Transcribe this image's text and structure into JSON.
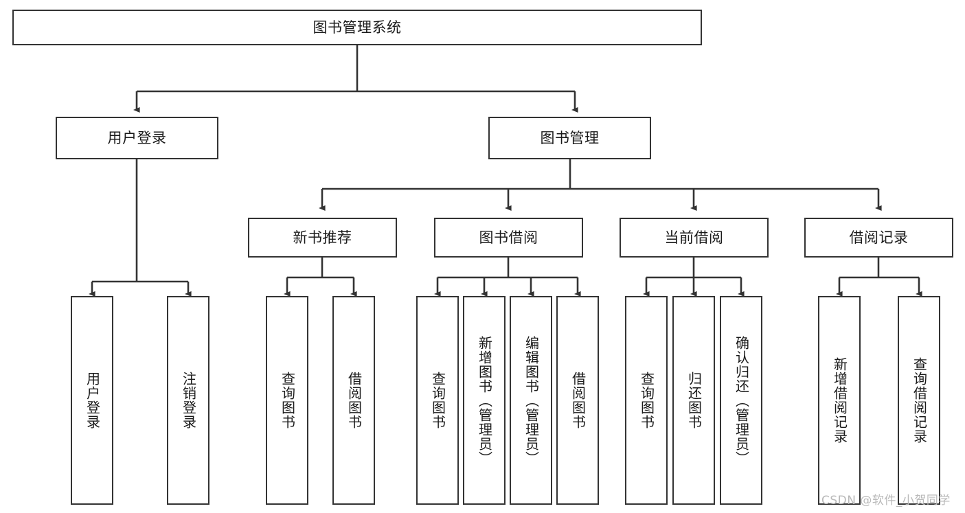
{
  "diagram": {
    "type": "tree-hierarchy-chart",
    "title": "图书管理系统",
    "orientation": "top-down",
    "box_border_color": "#333333",
    "box_fill_color": "#ffffff",
    "text_color": "#1a1a1a",
    "connector_color": "#333333"
  },
  "root": {
    "label": "图书管理系统"
  },
  "level2": [
    {
      "label": "用户登录"
    },
    {
      "label": "图书管理"
    }
  ],
  "level3": [
    {
      "label": "新书推荐"
    },
    {
      "label": "图书借阅"
    },
    {
      "label": "当前借阅"
    },
    {
      "label": "借阅记录"
    }
  ],
  "leaves": {
    "user_login": [
      {
        "label": "用户登录"
      },
      {
        "label": "注销登录"
      }
    ],
    "new_book_recommend": [
      {
        "label": "查询图书"
      },
      {
        "label": "借阅图书"
      }
    ],
    "book_borrow": [
      {
        "label": "查询图书"
      },
      {
        "label": "新增图书（管理员）"
      },
      {
        "label": "编辑图书（管理员）"
      },
      {
        "label": "借阅图书"
      }
    ],
    "current_borrow": [
      {
        "label": "查询图书"
      },
      {
        "label": "归还图书"
      },
      {
        "label": "确认归还（管理员）"
      }
    ],
    "borrow_record": [
      {
        "label": "新增借阅记录"
      },
      {
        "label": "查询借阅记录"
      }
    ]
  },
  "watermark": {
    "text": "CSDN @软件_小贺同学"
  }
}
